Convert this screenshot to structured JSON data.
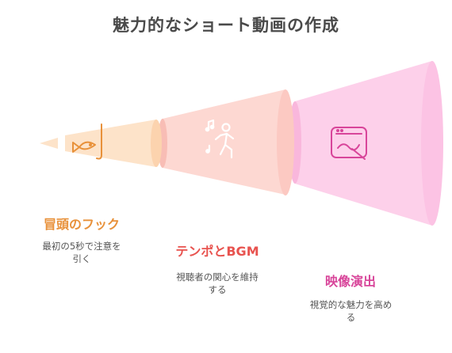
{
  "title": "魅力的なショート動画の作成",
  "colors": {
    "stage1_fill": "#fde0c4",
    "stage1_accent": "#e8913a",
    "stage2_fill": "#fdd3cd",
    "stage2_accent": "#e8534f",
    "stage3_fill": "#fdd0ea",
    "stage3_accent": "#d8459a",
    "title_text": "#4a4a4a",
    "desc_text": "#555555"
  },
  "stages": [
    {
      "icon": "fish-hook-icon",
      "label": "冒頭のフック",
      "desc_line1": "最初の5秒で注意を",
      "desc_line2": "引く"
    },
    {
      "icon": "dancing-person-icon",
      "label": "テンポとBGM",
      "desc_line1": "視聴者の関心を維持",
      "desc_line2": "する"
    },
    {
      "icon": "drawing-tablet-icon",
      "label": "映像演出",
      "desc_line1": "視覚的な魅力を高め",
      "desc_line2": "る"
    }
  ]
}
